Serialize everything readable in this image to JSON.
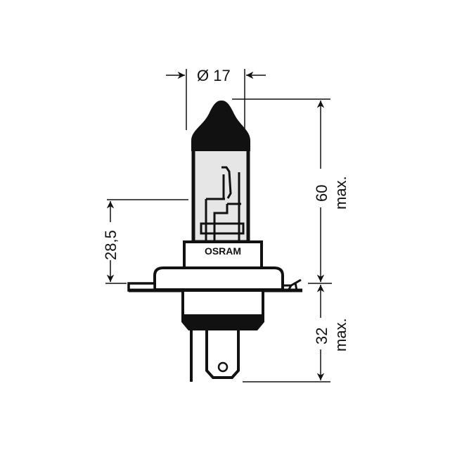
{
  "diagram": {
    "subject": "halogen headlamp bulb technical drawing",
    "brand_label": "OSRAM",
    "dimensions": {
      "diameter": "Ø 17",
      "reference_height": "28,5",
      "top_height": "60",
      "top_height_qualifier": "max.",
      "bottom_height": "32",
      "bottom_height_qualifier": "max."
    },
    "colors": {
      "line": "#111111",
      "glass": "#e6e6e6",
      "background": "#ffffff"
    }
  }
}
